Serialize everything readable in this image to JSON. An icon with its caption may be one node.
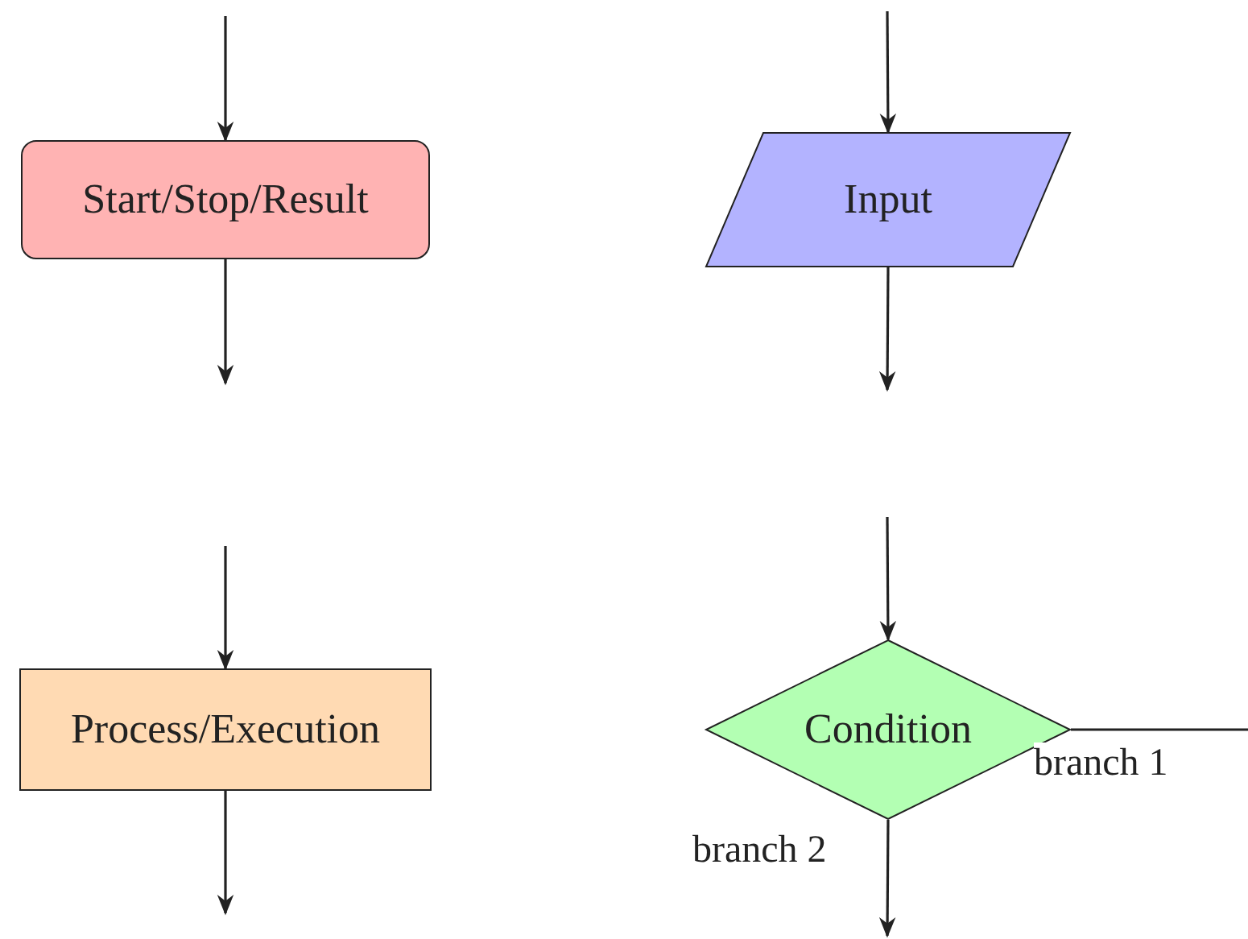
{
  "diagram": {
    "nodes": [
      {
        "text": [
          "Start/Stop/Result"
        ]
      },
      {
        "text": [
          "Input"
        ]
      },
      {
        "text": [
          "Process/Execution"
        ]
      },
      {
        "text": [
          "Condition"
        ]
      }
    ],
    "edges": [
      {
        "from": null,
        "to": 0,
        "arrow": "to"
      },
      {
        "from": 0,
        "to": null,
        "arrow": "to"
      },
      {
        "from": null,
        "to": 1,
        "arrow": "to"
      },
      {
        "from": 1,
        "to": null,
        "arrow": "to"
      },
      {
        "from": null,
        "to": 2,
        "arrow": "to"
      },
      {
        "from": 2,
        "to": null,
        "arrow": "to"
      },
      {
        "from": null,
        "to": 3,
        "arrow": "to"
      },
      {
        "from": 3,
        "to": null,
        "arrow": "none",
        "label": "branch 1"
      },
      {
        "from": 3,
        "to": null,
        "arrow": "to",
        "label": "branch 2"
      }
    ]
  }
}
